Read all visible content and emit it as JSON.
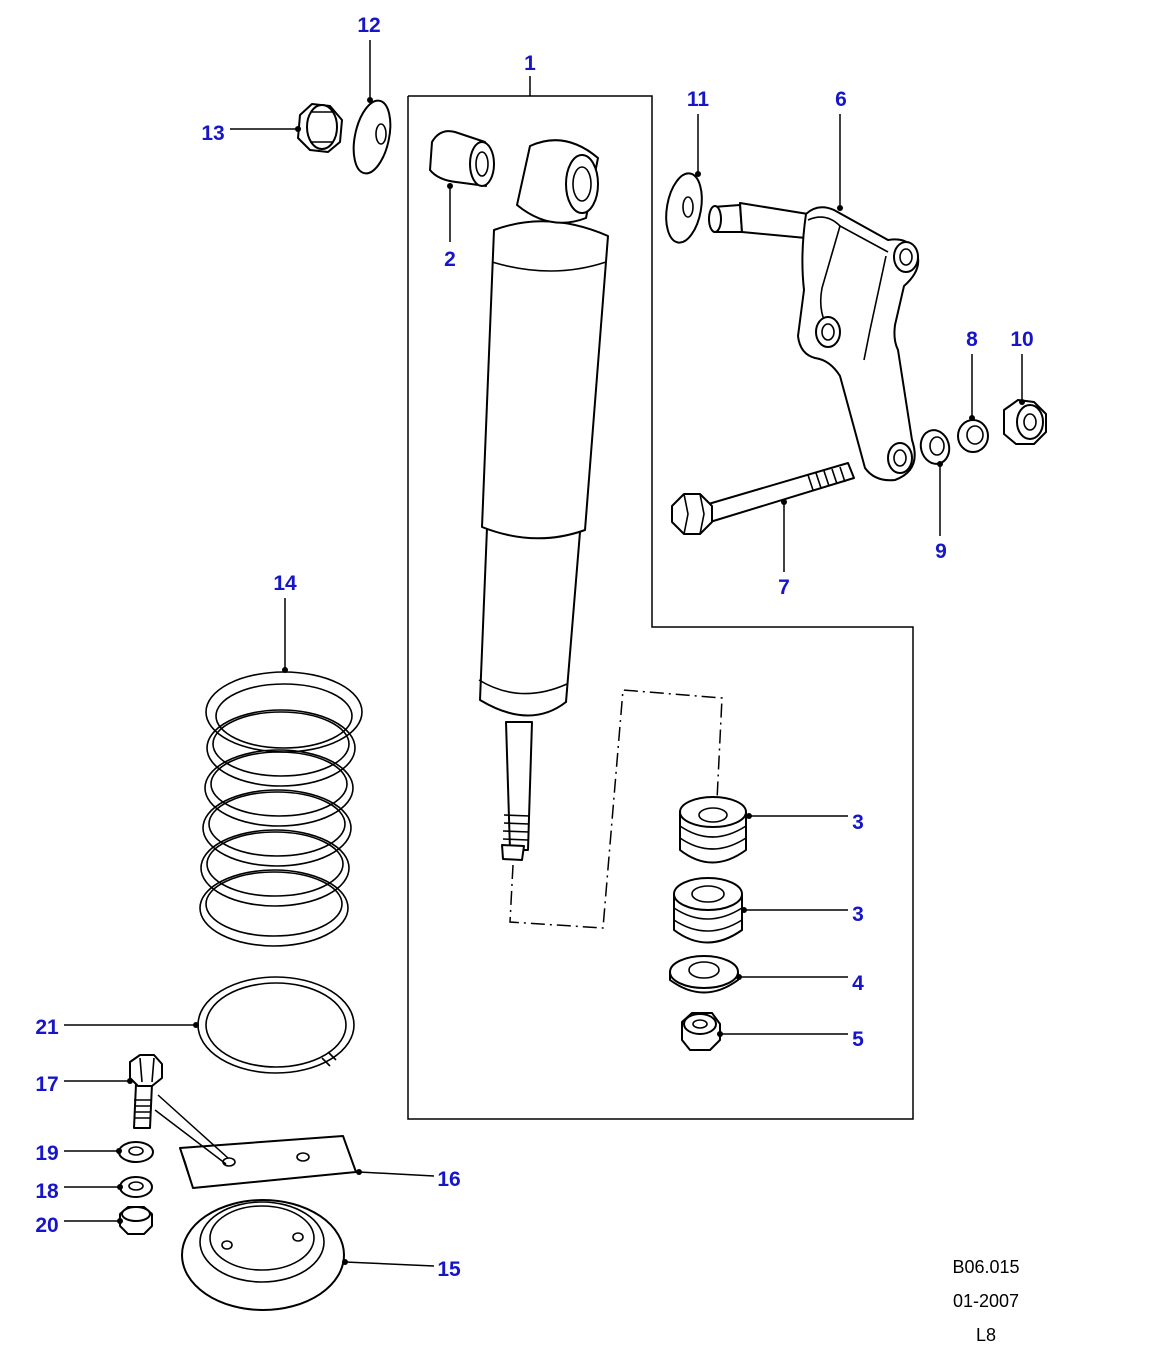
{
  "callouts": {
    "c1": "1",
    "c2": "2",
    "c3a": "3",
    "c3b": "3",
    "c4": "4",
    "c5": "5",
    "c6": "6",
    "c7": "7",
    "c8": "8",
    "c9": "9",
    "c10": "10",
    "c11": "11",
    "c12": "12",
    "c13": "13",
    "c14": "14",
    "c15": "15",
    "c16": "16",
    "c17": "17",
    "c18": "18",
    "c19": "19",
    "c20": "20",
    "c21": "21"
  },
  "reference": {
    "diagram_code": "B06.015",
    "date": "01-2007",
    "sheet": "L8"
  },
  "colors": {
    "callout": "#1616c8",
    "line": "#000000",
    "background": "#ffffff"
  }
}
